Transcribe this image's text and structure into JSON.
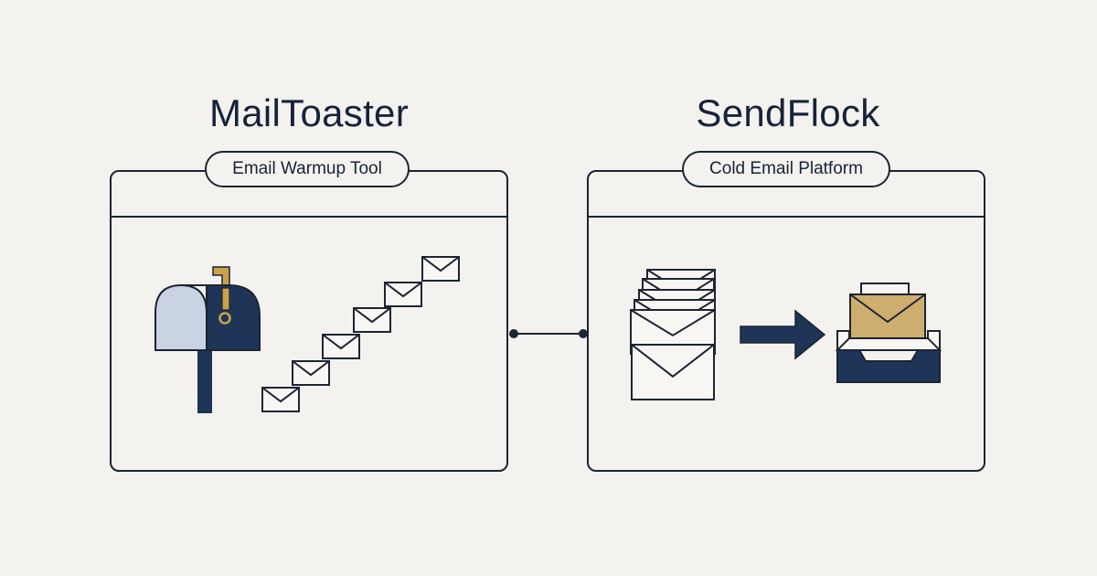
{
  "left_panel": {
    "title": "MailToaster",
    "subtitle": "Email Warmup Tool"
  },
  "right_panel": {
    "title": "SendFlock",
    "subtitle": "Cold Email Platform"
  },
  "colors": {
    "background": "#f3f2ee",
    "ink": "#16233a",
    "navy": "#1e3558",
    "light_blue": "#c9d3e3",
    "gold": "#c9a24b",
    "paper": "#f7f6f2"
  },
  "icons": {
    "left": [
      "mailbox-icon",
      "envelope-staircase-icon"
    ],
    "right": [
      "envelope-stack-icon",
      "arrow-right-icon",
      "inbox-tray-icon"
    ]
  }
}
